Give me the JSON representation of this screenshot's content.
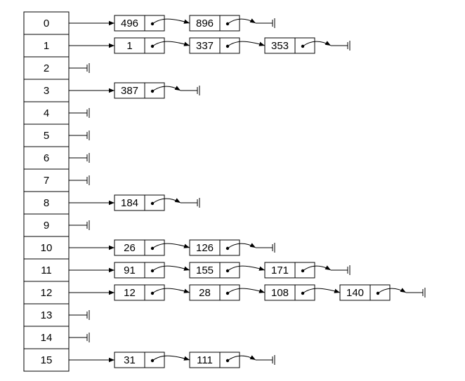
{
  "diagram": {
    "buckets": [
      {
        "index": "0",
        "chain": [
          "496",
          "896"
        ]
      },
      {
        "index": "1",
        "chain": [
          "1",
          "337",
          "353"
        ]
      },
      {
        "index": "2",
        "chain": []
      },
      {
        "index": "3",
        "chain": [
          "387"
        ]
      },
      {
        "index": "4",
        "chain": []
      },
      {
        "index": "5",
        "chain": []
      },
      {
        "index": "6",
        "chain": []
      },
      {
        "index": "7",
        "chain": []
      },
      {
        "index": "8",
        "chain": [
          "184"
        ]
      },
      {
        "index": "9",
        "chain": []
      },
      {
        "index": "10",
        "chain": [
          "26",
          "126"
        ]
      },
      {
        "index": "11",
        "chain": [
          "91",
          "155",
          "171"
        ]
      },
      {
        "index": "12",
        "chain": [
          "12",
          "28",
          "108",
          "140"
        ]
      },
      {
        "index": "13",
        "chain": []
      },
      {
        "index": "14",
        "chain": []
      },
      {
        "index": "15",
        "chain": [
          "31",
          "111"
        ]
      }
    ],
    "colors": {
      "stroke": "#000000",
      "background": "#ffffff"
    }
  }
}
